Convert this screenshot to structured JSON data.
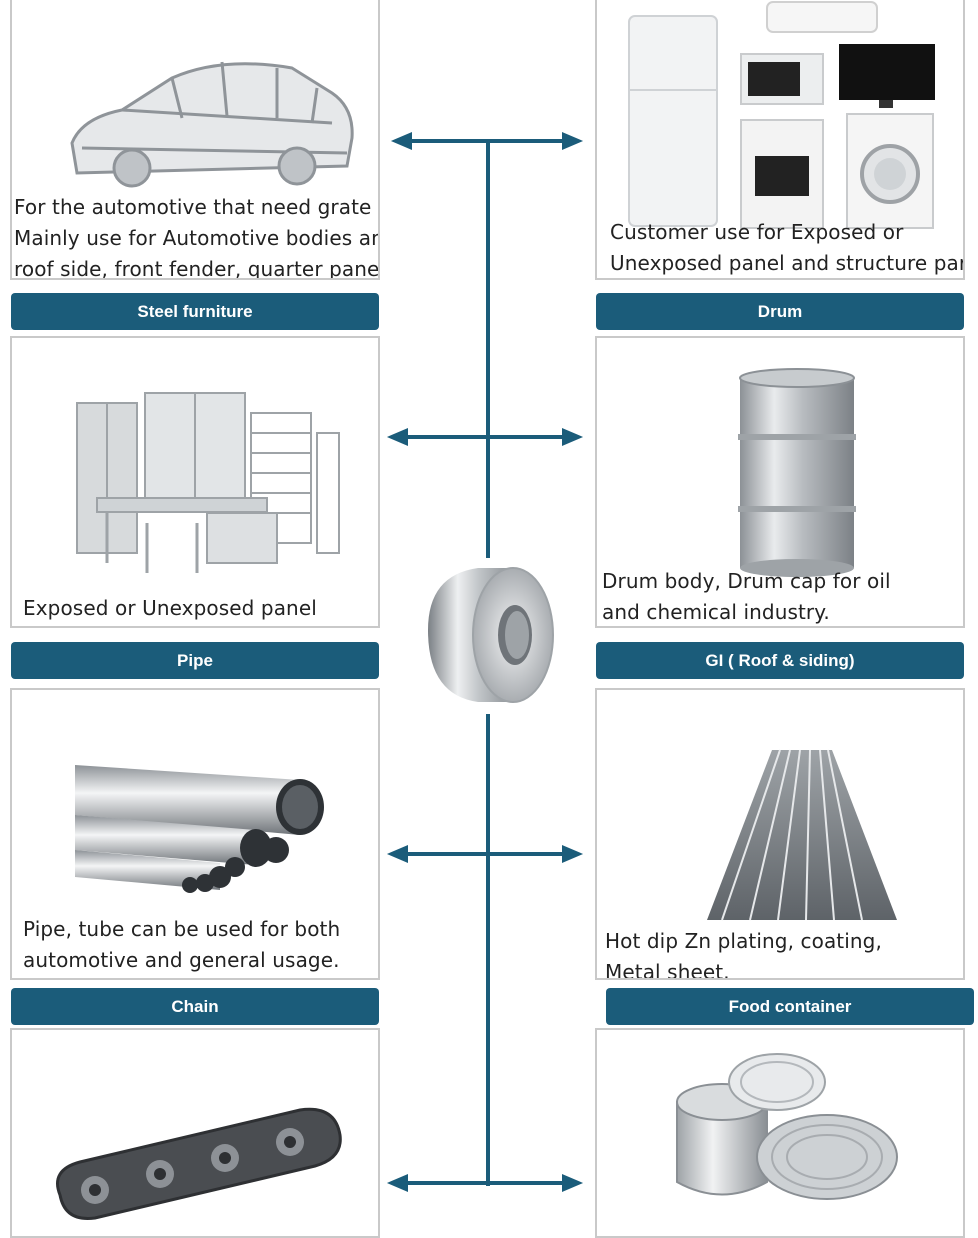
{
  "categories": [
    {
      "header": "",
      "description_lines": [
        "For the automotive that need grate formability.",
        "Mainly use for Automotive bodies and parts (door,",
        "roof side, front fender, quarter panel, oil pan)"
      ],
      "icon": "car-body-icon"
    },
    {
      "header": "",
      "description_lines": [
        "Customer use for  Exposed or",
        "Unexposed panel and structure part"
      ],
      "icon": "home-appliances-icon"
    },
    {
      "header": "Steel furniture",
      "description_lines": [
        "Exposed or Unexposed panel"
      ],
      "icon": "steel-furniture-icon"
    },
    {
      "header": "Drum",
      "description_lines": [
        "Drum body, Drum cap for oil",
        "and chemical industry."
      ],
      "icon": "steel-drum-icon"
    },
    {
      "header": "Pipe",
      "description_lines": [
        "Pipe, tube can be used for both",
        "automotive and general usage."
      ],
      "icon": "steel-pipes-icon"
    },
    {
      "header": "GI ( Roof & siding)",
      "description_lines": [
        "Hot dip Zn plating, coating,",
        "Metal sheet."
      ],
      "icon": "corrugated-sheet-icon"
    },
    {
      "header": "Chain",
      "description_lines": [],
      "icon": "roller-chain-icon"
    },
    {
      "header": "Food container",
      "description_lines": [],
      "icon": "food-cans-icon"
    }
  ],
  "center": {
    "icon": "steel-coil-icon"
  },
  "colors": {
    "header_bg": "#1b5c7a",
    "connector": "#1b5c7a",
    "card_border": "#c9c9c9"
  }
}
